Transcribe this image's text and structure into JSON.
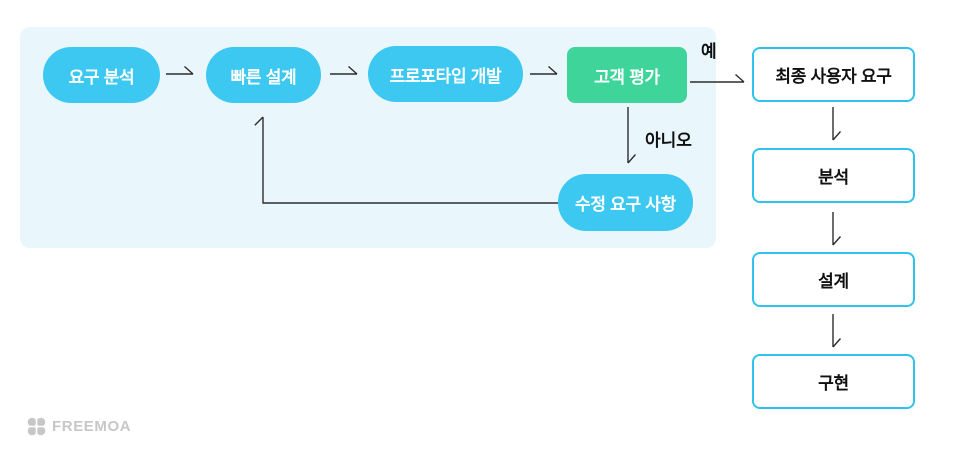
{
  "diagram": {
    "process_nodes": [
      {
        "label": "요구 분석",
        "shape": "pill"
      },
      {
        "label": "빠른 설계",
        "shape": "pill"
      },
      {
        "label": "프로포타입 개발",
        "shape": "pill"
      },
      {
        "label": "고객 평가",
        "shape": "rounded-rect"
      },
      {
        "label": "수정 요구 사항",
        "shape": "pill"
      }
    ],
    "branch_labels": {
      "yes": "예",
      "no": "아니오"
    },
    "stage_nodes": [
      {
        "label": "최종 사용자 요구"
      },
      {
        "label": "분석"
      },
      {
        "label": "설계"
      },
      {
        "label": "구현"
      }
    ],
    "colors": {
      "process_fill": "#3CC8F1",
      "evaluation_fill": "#3FD59A",
      "panel_background": "#E9F7FD",
      "stage_border": "#2EC3EE",
      "arrow": "#2D2D2D",
      "node_text": "#FFFFFF",
      "stage_text": "#111111",
      "brand_gray": "#C7C7C7"
    }
  },
  "footer": {
    "brand": "FREEMOA"
  }
}
